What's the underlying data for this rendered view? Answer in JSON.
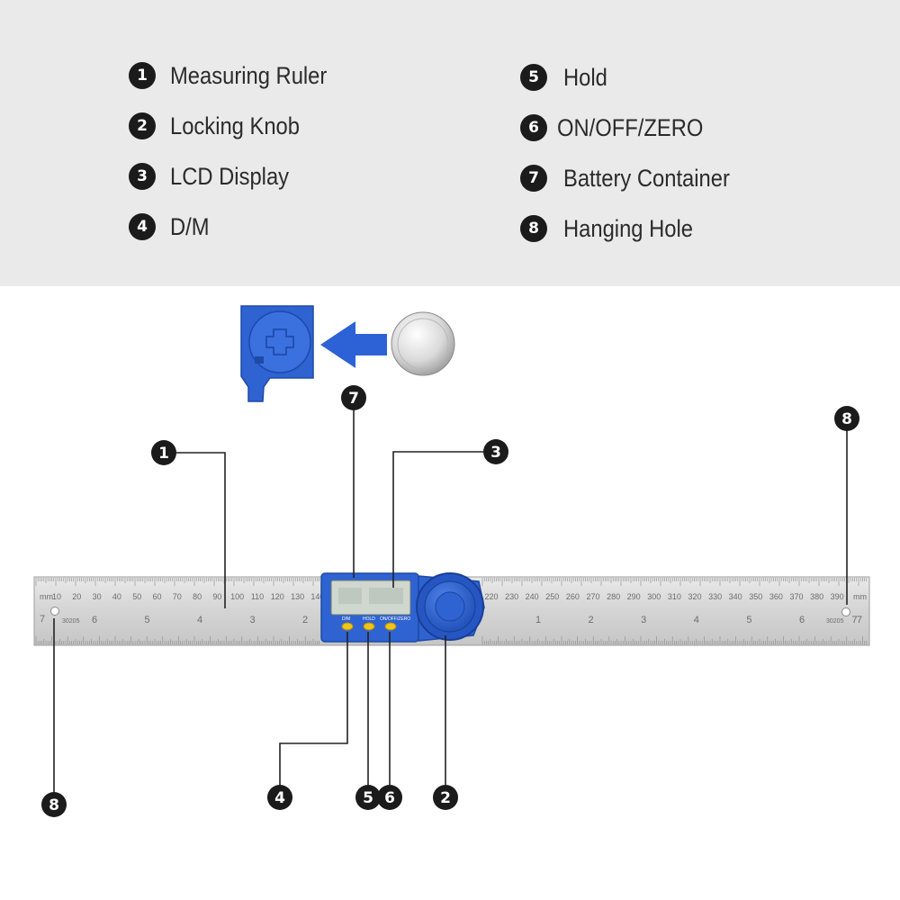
{
  "legend": {
    "left": [
      {
        "num": "1",
        "label": "Measuring Ruler"
      },
      {
        "num": "2",
        "label": "Locking Knob"
      },
      {
        "num": "3",
        "label": "LCD Display"
      },
      {
        "num": "4",
        "label": "D/M"
      }
    ],
    "right": [
      {
        "num": "5",
        "label": "Hold"
      },
      {
        "num": "6",
        "label": "ON/OFF/ZERO"
      },
      {
        "num": "7",
        "label": "Battery Container"
      },
      {
        "num": "8",
        "label": "Hanging Hole"
      }
    ]
  },
  "callouts": {
    "ruler": "1",
    "knob": "2",
    "lcd": "3",
    "dm": "4",
    "hold": "5",
    "onoff": "6",
    "battery": "7",
    "hole_right": "8",
    "hole_left": "8"
  },
  "ruler": {
    "mm_top_left": [
      "10",
      "20",
      "30",
      "40",
      "50",
      "60",
      "70",
      "80",
      "90",
      "100",
      "110",
      "120",
      "130",
      "140"
    ],
    "mm_top_right": [
      "220",
      "230",
      "240",
      "250",
      "260",
      "270",
      "280",
      "290",
      "300",
      "310",
      "320",
      "330",
      "340",
      "350",
      "360",
      "370",
      "380",
      "390"
    ],
    "inch_left": [
      "6",
      "5",
      "4",
      "3",
      "2"
    ],
    "inch_right": [
      "1",
      "2",
      "3",
      "4",
      "5",
      "6",
      "7"
    ],
    "edge_left_top": "mm",
    "edge_left_bottom": "7",
    "edge_right_bottom": "7",
    "edge_right_top": "mm",
    "model_left": "30205",
    "model_right": "30205"
  },
  "device": {
    "button_labels": [
      "D/M",
      "HOLD",
      "ON/OFF/ZERO"
    ]
  },
  "colors": {
    "panel": "#eaeaea",
    "callout": "#1b1b1b",
    "device_blue": "#2f63d2",
    "arrow_blue": "#2d62d6",
    "button_yellow": "#f0c419"
  },
  "icons": {
    "battery_arrow": "arrow-left-icon",
    "coin_battery": "coin-cell-battery-icon"
  }
}
